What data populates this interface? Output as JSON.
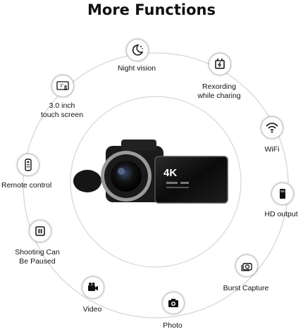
{
  "title": "More Functions",
  "camera": {
    "badge": "4K"
  },
  "features": [
    {
      "id": "night",
      "label": "Night vision",
      "icon": "moon-stars-icon"
    },
    {
      "id": "rec",
      "label": "Rexording\nwhile charing",
      "icon": "charging-plug-icon"
    },
    {
      "id": "wifi",
      "label": "WiFi",
      "icon": "wifi-icon"
    },
    {
      "id": "hd",
      "label": "HD output",
      "icon": "hdmi-port-icon"
    },
    {
      "id": "burst",
      "label": "Burst Capture",
      "icon": "burst-camera-icon"
    },
    {
      "id": "photo",
      "label": "Photo",
      "icon": "camera-icon"
    },
    {
      "id": "video",
      "label": "Video",
      "icon": "video-camera-icon"
    },
    {
      "id": "pause",
      "label": "Shooting Can\nBe Paused",
      "icon": "pause-icon"
    },
    {
      "id": "remote",
      "label": "Remote control",
      "icon": "remote-control-icon"
    },
    {
      "id": "touch",
      "label": "3.0 inch\ntouch screen",
      "icon": "touch-screen-icon",
      "screen_text": "3\""
    }
  ]
}
